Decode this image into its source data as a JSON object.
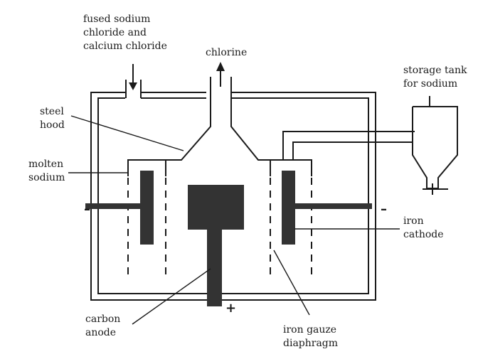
{
  "labels": {
    "feed": [
      "fused sodium",
      "chloride and",
      "calcium chloride"
    ],
    "chlorine": "chlorine",
    "storage": [
      "storage tank",
      "for sodium"
    ],
    "hood": [
      "steel",
      "hood"
    ],
    "molten": [
      "molten",
      "sodium"
    ],
    "cathode": [
      "iron",
      "cathode"
    ],
    "anode": [
      "carbon",
      "anode"
    ],
    "diaphragm": [
      "iron gauze",
      "diaphragm"
    ]
  },
  "signs": {
    "left_minus": "–",
    "right_minus": "–",
    "plus": "+"
  },
  "icons": {
    "feed_arrow": "down-arrow-icon",
    "chlorine_arrow": "up-arrow-icon"
  }
}
